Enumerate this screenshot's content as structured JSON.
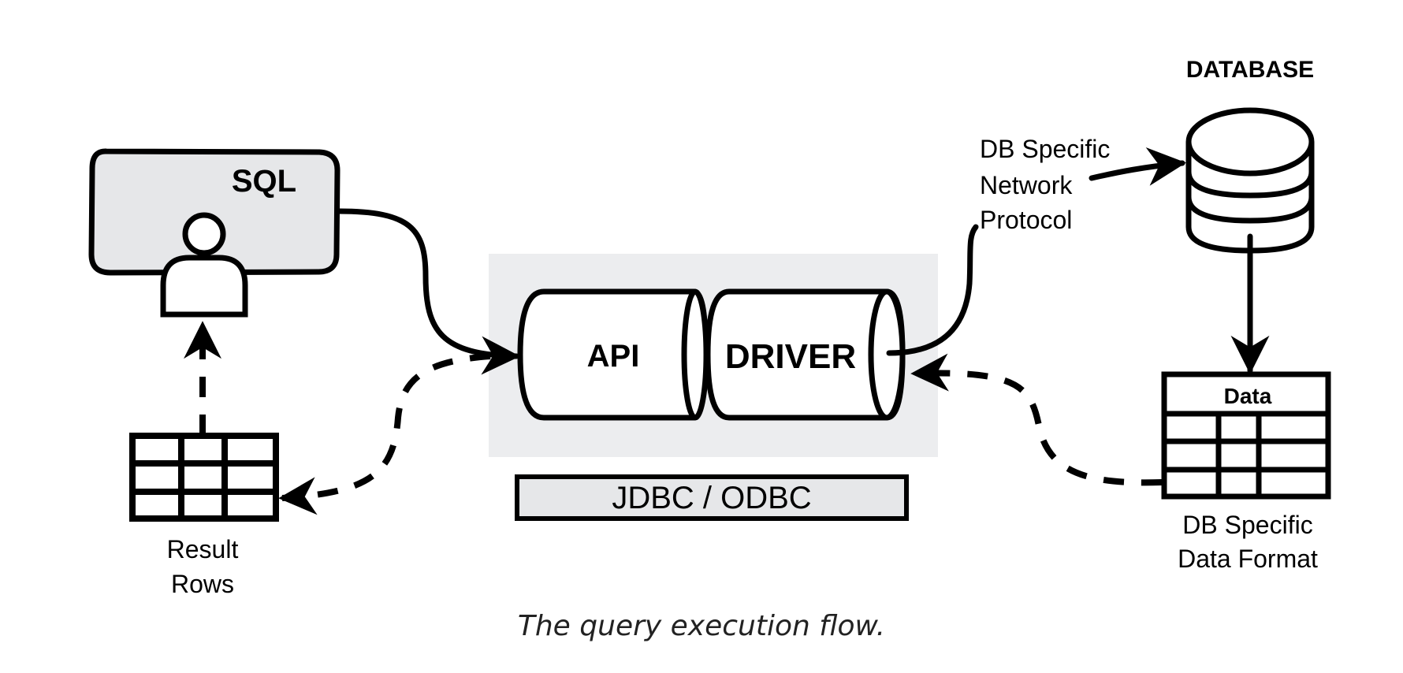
{
  "diagram": {
    "caption": "The query execution flow.",
    "client": {
      "label": "SQL",
      "icon": "user-icon"
    },
    "result_rows": {
      "line1": "Result",
      "line2": "Rows",
      "icon": "table-grid-icon"
    },
    "connector": {
      "api_label": "API",
      "driver_label": "DRIVER",
      "standard_label": "JDBC / ODBC"
    },
    "protocol": {
      "line1": "DB Specific",
      "line2": "Network",
      "line3": "Protocol"
    },
    "database": {
      "title": "DATABASE",
      "icon": "database-cylinder-icon"
    },
    "data_format": {
      "table_header": "Data",
      "line1": "DB Specific",
      "line2": "Data Format"
    },
    "colors": {
      "panel_fill": "#e6e7e9",
      "connector_bg": "#ecedef",
      "stroke": "#000000",
      "caption": "#222222"
    },
    "edges": [
      {
        "from": "client",
        "to": "api",
        "style": "solid"
      },
      {
        "from": "driver",
        "to": "database",
        "style": "solid",
        "label": "DB Specific Network Protocol"
      },
      {
        "from": "database",
        "to": "data_format",
        "style": "solid"
      },
      {
        "from": "data_format",
        "to": "driver",
        "style": "dashed"
      },
      {
        "from": "api",
        "to": "result_rows",
        "style": "dashed"
      },
      {
        "from": "result_rows",
        "to": "client",
        "style": "dashed"
      }
    ]
  }
}
